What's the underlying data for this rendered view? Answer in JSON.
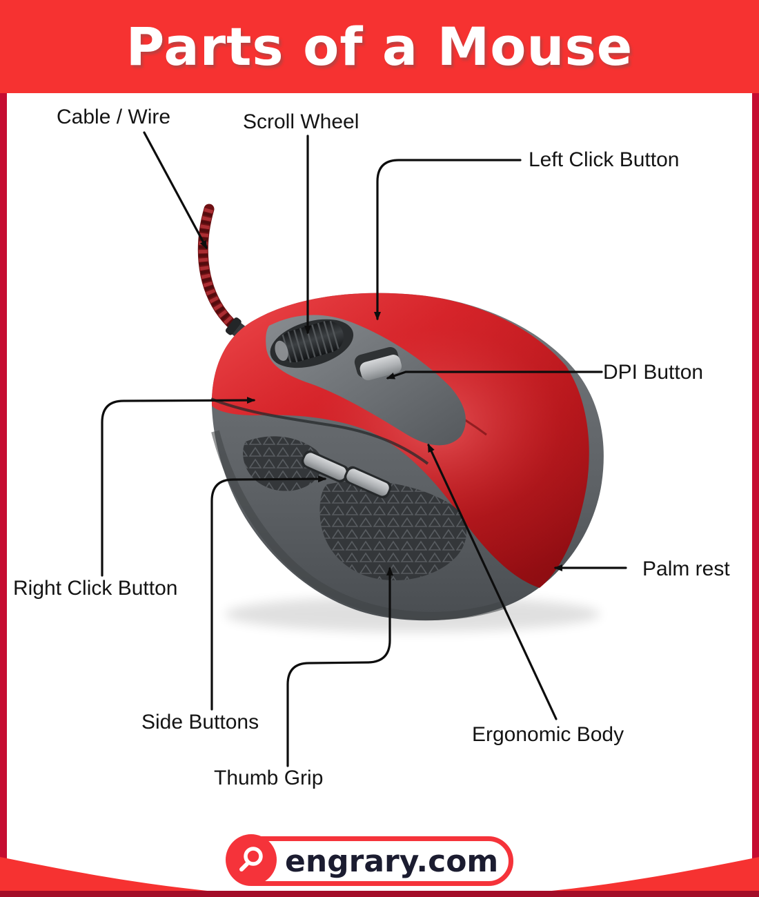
{
  "title": "Parts of a Mouse",
  "labels": {
    "cable_wire": "Cable / Wire",
    "scroll_wheel": "Scroll Wheel",
    "left_click": "Left Click Button",
    "dpi": "DPI Button",
    "right_click": "Right Click Button",
    "side_buttons": "Side Buttons",
    "thumb_grip": "Thumb Grip",
    "ergonomic_body": "Ergonomic Body",
    "palm_rest": "Palm rest"
  },
  "footer": {
    "brand": "engrary.com",
    "icon": "magnifier-icon"
  },
  "colors": {
    "banner_red": "#f63231",
    "border_crimson": "#c60d32",
    "bottom_maroon": "#a30d28",
    "mouse_red": "#c2181e",
    "mouse_gray": "#63676b",
    "label_text": "#141414",
    "logo_text": "#1b1c30"
  }
}
